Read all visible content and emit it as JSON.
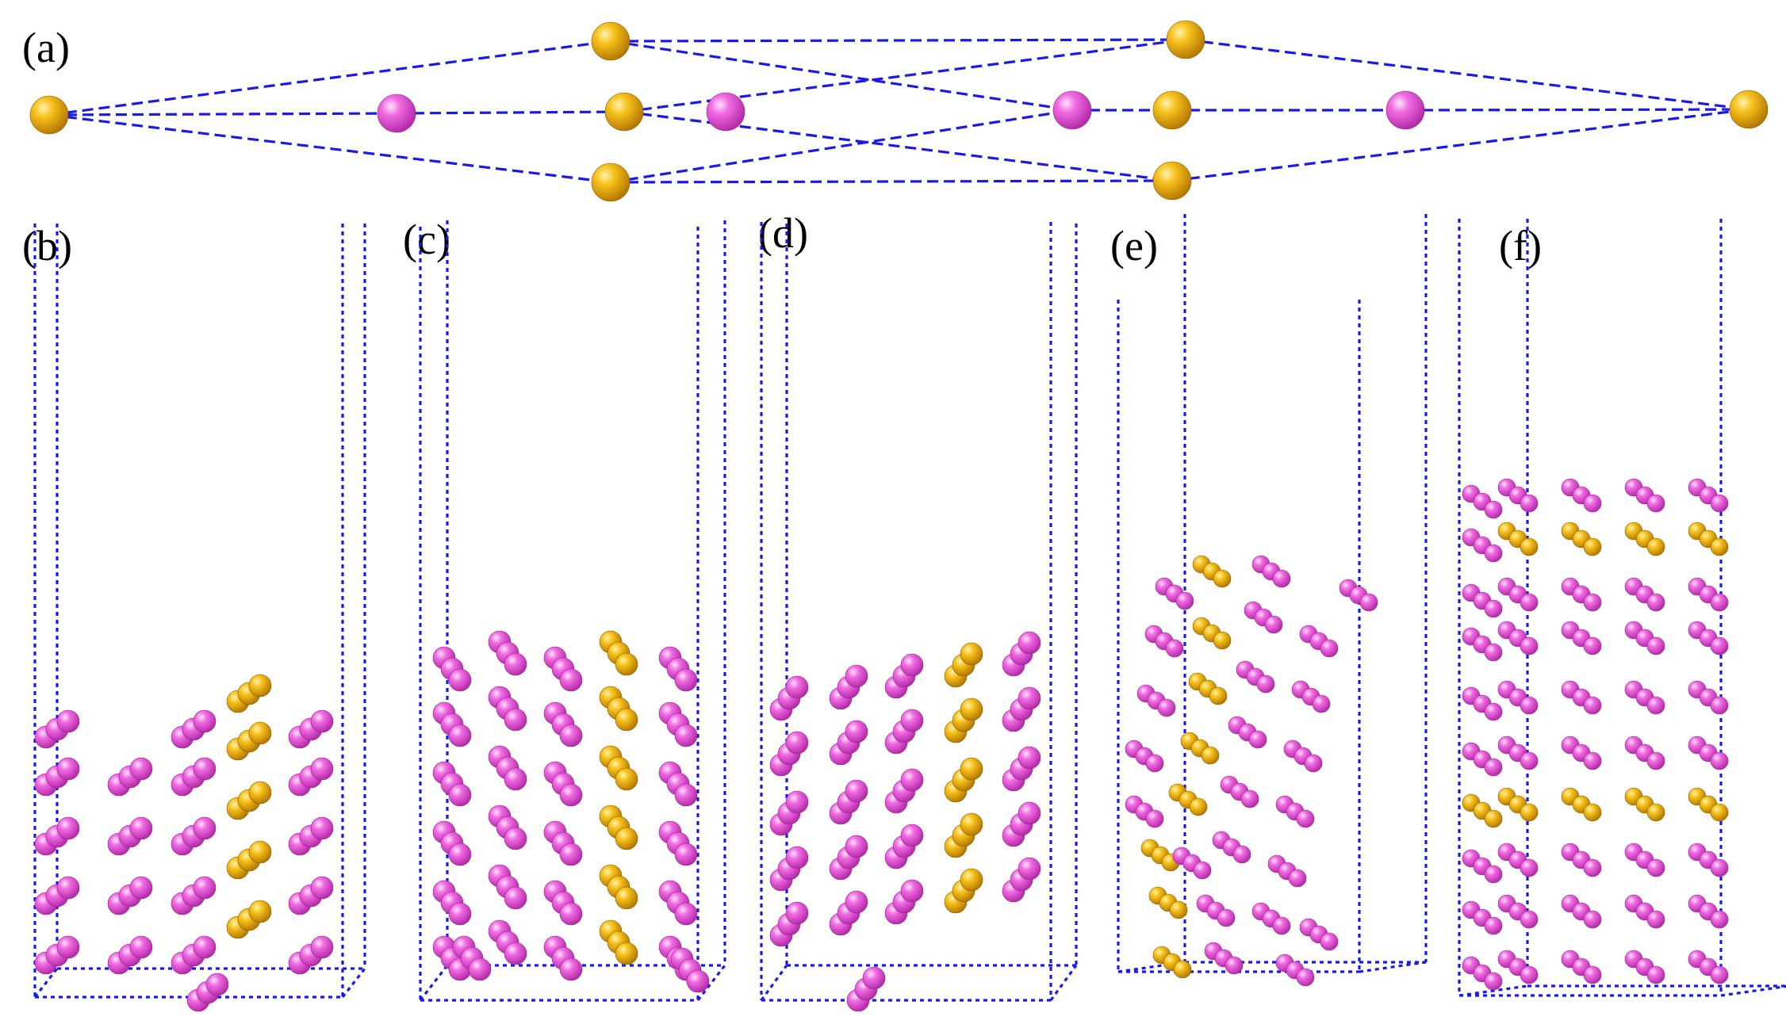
{
  "colors": {
    "gold_atom": "#F2A900",
    "pink_atom": "#EE55DD",
    "bond_line": "#1A1AE6",
    "cell_line": "#1A1AE6",
    "background": "#FFFFFF"
  },
  "labels": {
    "a": "(a)",
    "b": "(b)",
    "c": "(c)",
    "d": "(d)",
    "e": "(e)",
    "f": "(f)"
  }
}
